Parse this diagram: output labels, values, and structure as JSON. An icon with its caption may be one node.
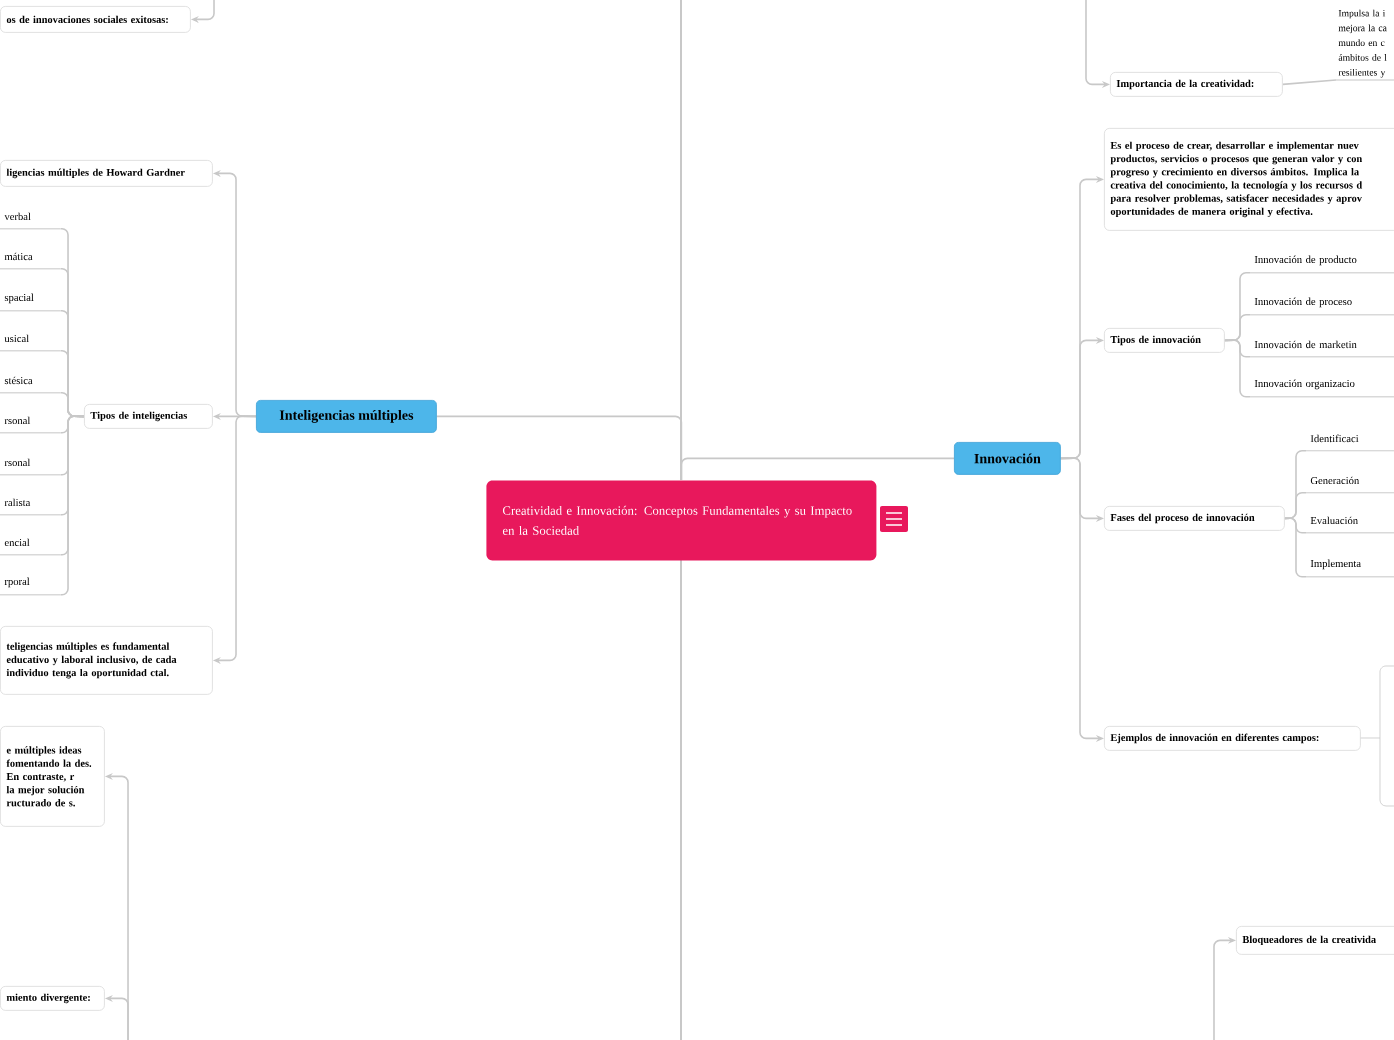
{
  "diagram": {
    "nodes": [
      {
        "text": [
          "Creatividad e Innovación: Conceptos Fundamentales y su Impacto en la Sociedad"
        ]
      },
      {
        "text": [
          "Inteligencias múltiples"
        ]
      },
      {
        "text": [
          "Innovación"
        ]
      },
      {
        "text": [
          "ligencias múltiples de Howard Gardner"
        ]
      },
      {
        "text": [
          "Tipos de inteligencias"
        ]
      },
      {
        "text": [
          "verbal"
        ]
      },
      {
        "text": [
          "mática"
        ]
      },
      {
        "text": [
          "spacial"
        ]
      },
      {
        "text": [
          "usical"
        ]
      },
      {
        "text": [
          "stésica"
        ]
      },
      {
        "text": [
          "rsonal"
        ]
      },
      {
        "text": [
          "rsonal"
        ]
      },
      {
        "text": [
          "ralista"
        ]
      },
      {
        "text": [
          "encial"
        ]
      },
      {
        "text": [
          "rporal"
        ]
      },
      {
        "text": [
          "teligencias múltiples es fundamental educativo y laboral inclusivo, de cada individuo tenga la oportunidad ctal."
        ]
      },
      {
        "text": [
          "os de innovaciones sociales exitosas:"
        ]
      },
      {
        "text": [
          "e múltiples ideas fomentando la des. En contraste, r la mejor solución ructurado de s."
        ]
      },
      {
        "text": [
          "miento divergente:"
        ]
      },
      {
        "text": [
          "Importancia de la creatividad:"
        ]
      },
      {
        "text": [
          "Impulsa la i mejora la ca mundo en c ámbitos de l resilientes y"
        ]
      },
      {
        "text": [
          "Es el proceso de crear, desarrollar e implementar nuev productos, servicios o procesos que generan valor y con progreso y crecimiento en diversos ámbitos. Implica la creativa del conocimiento, la tecnología y los recursos d para resolver problemas, satisfacer necesidades y aprov oportunidades de manera original y efectiva."
        ]
      },
      {
        "text": [
          "Tipos de innovación"
        ]
      },
      {
        "text": [
          "Innovación de producto"
        ]
      },
      {
        "text": [
          "Innovación de proceso"
        ]
      },
      {
        "text": [
          "Innovación de marketin"
        ]
      },
      {
        "text": [
          "Innovación organizacio"
        ]
      },
      {
        "text": [
          "Fases del proceso de innovación"
        ]
      },
      {
        "text": [
          "Identificaci"
        ]
      },
      {
        "text": [
          "Generación"
        ]
      },
      {
        "text": [
          "Evaluación"
        ]
      },
      {
        "text": [
          "Implementa"
        ]
      },
      {
        "text": [
          "Ejemplos de innovación en diferentes campos:"
        ]
      },
      {
        "text": [
          "Bloqueadores de la creativida"
        ]
      }
    ],
    "edges": [
      {
        "from": 0,
        "to": 1,
        "arrow": "none"
      },
      {
        "from": 0,
        "to": 2,
        "arrow": "none"
      },
      {
        "from": 1,
        "to": 3,
        "arrow": "to"
      },
      {
        "from": 1,
        "to": 4,
        "arrow": "to"
      },
      {
        "from": 4,
        "to": 5,
        "arrow": "none"
      },
      {
        "from": 4,
        "to": 6,
        "arrow": "none"
      },
      {
        "from": 4,
        "to": 7,
        "arrow": "none"
      },
      {
        "from": 4,
        "to": 8,
        "arrow": "none"
      },
      {
        "from": 4,
        "to": 9,
        "arrow": "none"
      },
      {
        "from": 4,
        "to": 10,
        "arrow": "none"
      },
      {
        "from": 4,
        "to": 11,
        "arrow": "none"
      },
      {
        "from": 4,
        "to": 12,
        "arrow": "none"
      },
      {
        "from": 4,
        "to": 13,
        "arrow": "none"
      },
      {
        "from": 4,
        "to": 14,
        "arrow": "none"
      },
      {
        "from": 1,
        "to": 15,
        "arrow": "to"
      },
      {
        "from": null,
        "to": 16,
        "arrow": "to"
      },
      {
        "from": null,
        "to": 17,
        "arrow": "to"
      },
      {
        "from": null,
        "to": 18,
        "arrow": "to"
      },
      {
        "from": null,
        "to": 19,
        "arrow": "to"
      },
      {
        "from": 19,
        "to": 20,
        "arrow": "none"
      },
      {
        "from": 2,
        "to": 21,
        "arrow": "to"
      },
      {
        "from": 2,
        "to": 22,
        "arrow": "to"
      },
      {
        "from": 22,
        "to": 23,
        "arrow": "none"
      },
      {
        "from": 22,
        "to": 24,
        "arrow": "none"
      },
      {
        "from": 22,
        "to": 25,
        "arrow": "none"
      },
      {
        "from": 22,
        "to": 26,
        "arrow": "none"
      },
      {
        "from": 2,
        "to": 27,
        "arrow": "to"
      },
      {
        "from": 27,
        "to": 28,
        "arrow": "none"
      },
      {
        "from": 27,
        "to": 29,
        "arrow": "none"
      },
      {
        "from": 27,
        "to": 30,
        "arrow": "none"
      },
      {
        "from": 27,
        "to": 31,
        "arrow": "none"
      },
      {
        "from": 2,
        "to": 32,
        "arrow": "to"
      },
      {
        "from": null,
        "to": 33,
        "arrow": "to"
      }
    ]
  }
}
